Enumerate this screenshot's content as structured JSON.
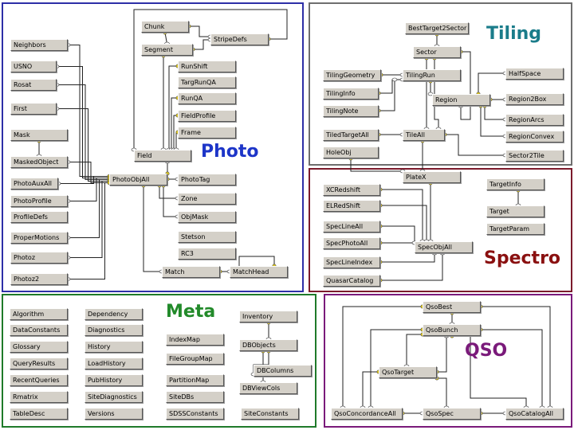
{
  "colors": {
    "photo": "#2d2fa7",
    "tiling": "#6e6e6e",
    "spectro": "#7b1a2b",
    "meta": "#1f7a2a",
    "qso": "#7a1a7a",
    "photo_title": "#1d35c8",
    "tiling_title": "#1a7c8a",
    "spectro_title": "#8a1010",
    "meta_title": "#228a2a",
    "qso_title": "#7a1a7a",
    "table_fill": "#d4d0c8",
    "connector": "#222222",
    "key": "#d9c21a"
  },
  "panels": {
    "photo": "Photo",
    "tiling": "Tiling",
    "spectro": "Spectro",
    "meta": "Meta",
    "qso": "QSO"
  },
  "tables": {
    "photo": {
      "neighbors": "Neighbors",
      "usno": "USNO",
      "rosat": "Rosat",
      "first": "First",
      "mask": "Mask",
      "masked_object": "MaskedObject",
      "photo_aux_all": "PhotoAuxAll",
      "photo_profile": "PhotoProfile",
      "profile_defs": "ProfileDefs",
      "proper_motions": "ProperMotions",
      "photoz": "Photoz",
      "photoz2": "Photoz2",
      "chunk": "Chunk",
      "segment": "Segment",
      "stripe_defs": "StripeDefs",
      "run_shift": "RunShift",
      "targ_run_qa": "TargRunQA",
      "run_qa": "RunQA",
      "field_profile": "FieldProfile",
      "frame": "Frame",
      "field": "Field",
      "photo_obj_all": "PhotoObjAll",
      "photo_tag": "PhotoTag",
      "zone": "Zone",
      "obj_mask": "ObjMask",
      "stetson": "Stetson",
      "rc3": "RC3",
      "match": "Match",
      "match_head": "MatchHead"
    },
    "tiling": {
      "best_target2_sector": "BestTarget2Sector",
      "sector": "Sector",
      "tiling_geometry": "TilingGeometry",
      "tiling_run": "TilingRun",
      "tiling_info": "TilingInfo",
      "tiling_note": "TilingNote",
      "half_space": "HalfSpace",
      "region": "Region",
      "region2box": "Region2Box",
      "region_arcs": "RegionArcs",
      "region_convex": "RegionConvex",
      "tiled_target_all": "TiledTargetAll",
      "tile_all": "TileAll",
      "hole_obj": "HoleObj",
      "sector2tile": "Sector2Tile"
    },
    "spectro": {
      "plate_x": "PlateX",
      "xc_redshift": "XCRedshift",
      "el_redshift": "ELRedShift",
      "spec_line_all": "SpecLineAll",
      "spec_photo_all": "SpecPhotoAll",
      "spec_line_index": "SpecLineIndex",
      "quasar_catalog": "QuasarCatalog",
      "spec_obj_all": "SpecObjAll",
      "target_info": "TargetInfo",
      "target": "Target",
      "target_param": "TargetParam"
    },
    "meta": {
      "algorithm": "Algorithm",
      "data_constants": "DataConstants",
      "glossary": "Glossary",
      "query_results": "QueryResults",
      "recent_queries": "RecentQueries",
      "rmatrix": "Rmatrix",
      "table_desc": "TableDesc",
      "dependency": "Dependency",
      "diagnostics": "Diagnostics",
      "history": "History",
      "load_history": "LoadHistory",
      "pub_history": "PubHistory",
      "site_diagnostics": "SiteDiagnostics",
      "versions": "Versions",
      "index_map": "IndexMap",
      "file_group_map": "FileGroupMap",
      "partition_map": "PartitionMap",
      "site_dbs": "SiteDBs",
      "sdss_constants": "SDSSConstants",
      "inventory": "Inventory",
      "db_objects": "DBObjects",
      "db_columns": "DBColumns",
      "db_view_cols": "DBViewCols",
      "site_constants": "SiteConstants"
    },
    "qso": {
      "qso_best": "QsoBest",
      "qso_bunch": "QsoBunch",
      "qso_target": "QsoTarget",
      "qso_concordance_all": "QsoConcordanceAll",
      "qso_spec": "QsoSpec",
      "qso_catalog_all": "QsoCatalogAll"
    }
  }
}
